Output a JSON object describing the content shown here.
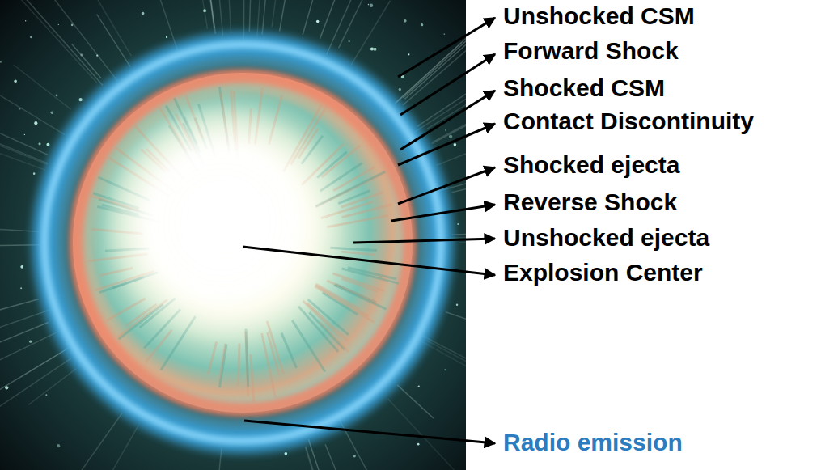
{
  "diagram": {
    "labels": [
      "Unshocked CSM",
      "Forward Shock",
      "Shocked CSM",
      "Contact Discontinuity",
      "Shocked ejecta",
      "Reverse Shock",
      "Unshocked ejecta",
      "Explosion Center",
      "Radio emission"
    ]
  }
}
